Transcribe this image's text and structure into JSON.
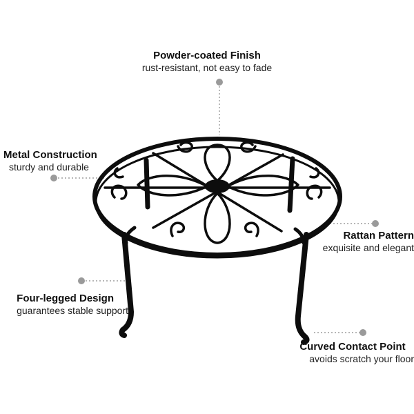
{
  "colors": {
    "metal": "#0d0d0d",
    "leader": "#8a8a8a",
    "dot": "#9a9a9a",
    "background": "#ffffff"
  },
  "callouts": {
    "finish": {
      "title": "Powder-coated Finish",
      "subtitle": "rust-resistant, not easy to fade"
    },
    "metal": {
      "title": "Metal Construction",
      "subtitle": "sturdy and durable"
    },
    "rattan": {
      "title": "Rattan Pattern",
      "subtitle": "exquisite and elegant"
    },
    "legs": {
      "title": "Four-legged Design",
      "subtitle": "guarantees stable support"
    },
    "contact": {
      "title": "Curved Contact Point",
      "subtitle": "avoids scratch your floor"
    }
  }
}
